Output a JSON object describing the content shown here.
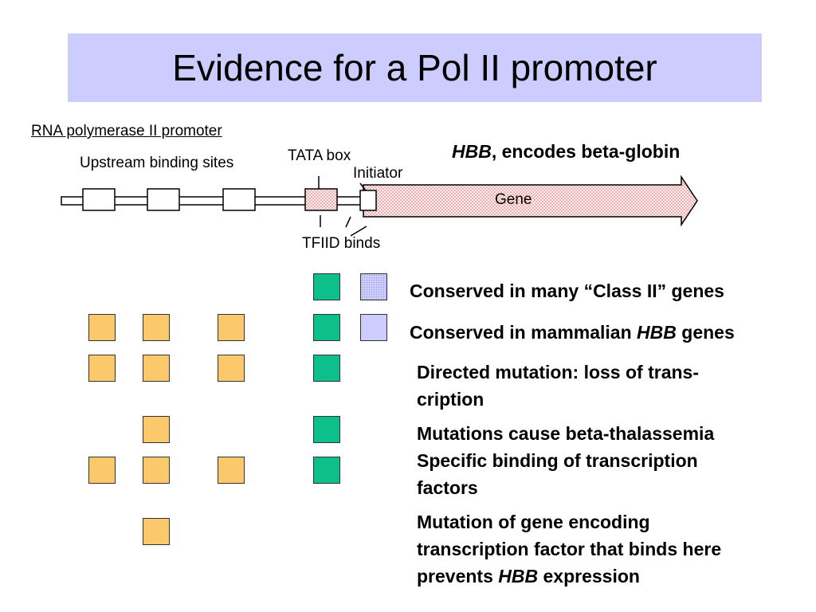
{
  "title": "Evidence for a Pol II promoter",
  "diagram": {
    "promoter_label": "RNA polymerase II promoter",
    "upstream_label": "Upstream binding sites",
    "tata_label": "TATA box",
    "initiator_label": "Initiator",
    "gene_label": "Gene",
    "tfiid_label": "TFIID binds",
    "hbb_gene": "HBB",
    "hbb_rest": ", encodes beta-globin"
  },
  "evidence": [
    {
      "text": "Conserved in many “Class II” genes"
    },
    {
      "prefix": "Conserved in mammalian ",
      "italic": "HBB",
      "suffix": " genes"
    },
    {
      "text": "Directed mutation: loss of trans-",
      "text2": "cription"
    },
    {
      "text": "Mutations cause beta-thalassemia"
    },
    {
      "text": "Specific binding of transcription",
      "text2": "factors"
    },
    {
      "text": "Mutation of gene encoding",
      "text2": "transcription factor that binds here",
      "prefix3": "prevents ",
      "italic3": "HBB",
      "suffix3": " expression"
    }
  ],
  "colors": {
    "title_bg": "#ccccff",
    "upstream_square": "#fbc96b",
    "tata_square": "#0dbf8b",
    "initiator_square": "#ccccff",
    "gene_fill": "#ffd6d6"
  }
}
